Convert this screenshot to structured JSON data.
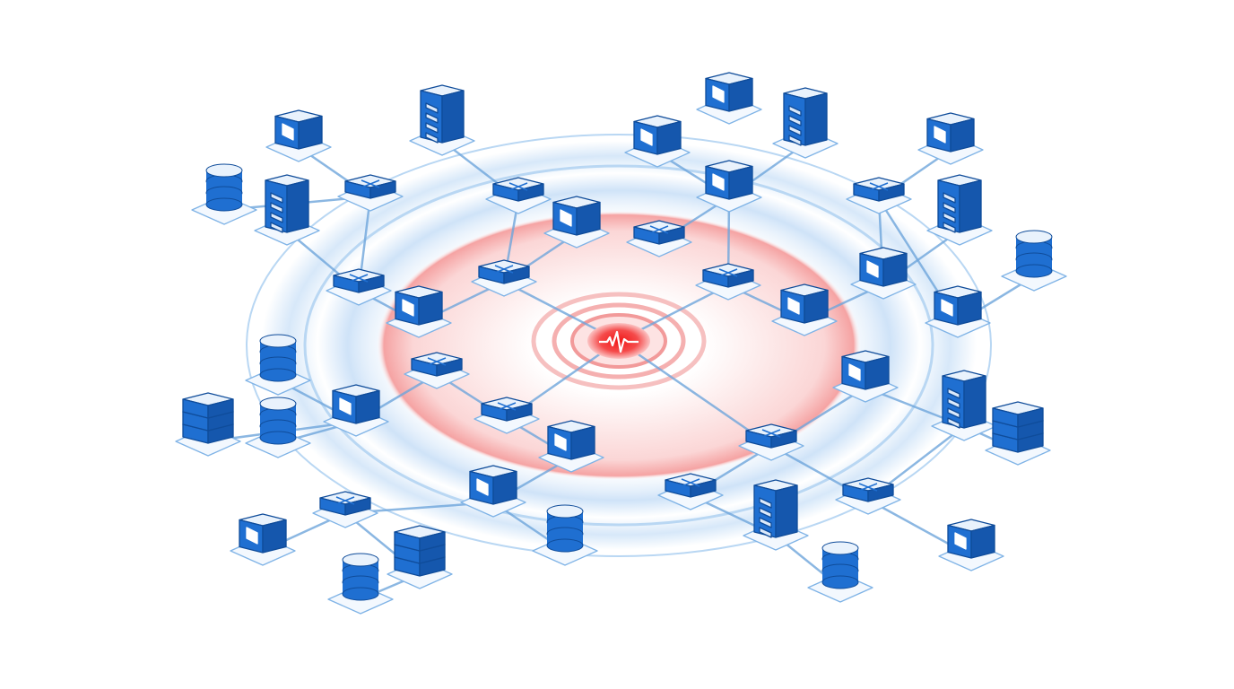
{
  "diagram": {
    "center_icon": "heartbeat-pulse-icon",
    "device_types": [
      "server-rack",
      "database",
      "appliance-box",
      "network-switch",
      "server-stack"
    ],
    "colors": {
      "device_blue": "#1f6fd1",
      "device_top": "#e9f2fc",
      "device_dark": "#1557ad",
      "link_line": "#6fa6dc",
      "ring_blue": "#9cc7ef",
      "alert_red": "#ef3b3b",
      "alert_zone": "#fbd3d3",
      "background": "#ffffff"
    }
  }
}
